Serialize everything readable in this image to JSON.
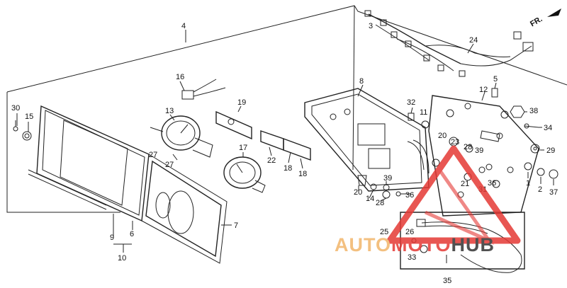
{
  "watermark": {
    "brand_part1": "AUTO",
    "brand_part2": "MOTO",
    "brand_part3": "HUB",
    "color_primary": "#e53935",
    "color_secondary": "#f2b66b",
    "color_dark": "#333333"
  },
  "direction_marker": {
    "label": "FR."
  },
  "callouts": {
    "c1": "1",
    "c2": "2",
    "c3": "3",
    "c4": "4",
    "c5": "5",
    "c6": "6",
    "c7": "7",
    "c8": "8",
    "c9": "9",
    "c10": "10",
    "c11": "11",
    "c12": "12",
    "c13": "13",
    "c14": "14",
    "c15": "15",
    "c16": "16",
    "c17": "17",
    "c18a": "18",
    "c18b": "18",
    "c19": "19",
    "c20a": "20",
    "c20b": "20",
    "c21": "21",
    "c22": "22",
    "c23": "23",
    "c24": "24",
    "c25": "25",
    "c26": "26",
    "c27a": "27",
    "c27b": "27",
    "c28a": "28",
    "c28b": "28",
    "c29": "29",
    "c30": "30",
    "c31": "31",
    "c32": "32",
    "c33": "33",
    "c34": "34",
    "c35": "35",
    "c36a": "36",
    "c36b": "36",
    "c37": "37",
    "c38": "38",
    "c39a": "39",
    "c39b": "39"
  }
}
